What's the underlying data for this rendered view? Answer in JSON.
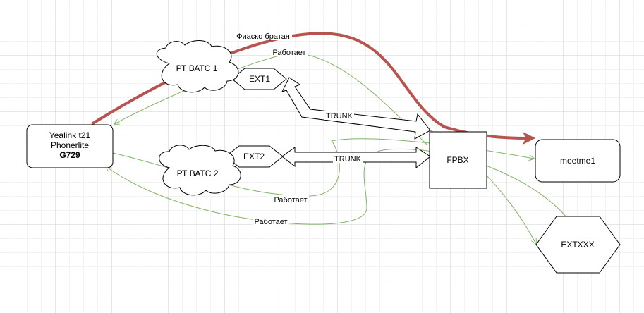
{
  "nodes": {
    "yealink": {
      "line1": "Yealink t21",
      "line2": "Phonerlite",
      "line3": "G729"
    },
    "cloud1": {
      "label": "РТ ВАТС 1"
    },
    "cloud2": {
      "label": "РТ ВАТС 2"
    },
    "ext1": {
      "label": "EXT1"
    },
    "ext2": {
      "label": "EXT2"
    },
    "fpbx": {
      "label": "FPBX"
    },
    "meetme": {
      "label": "meetme1"
    },
    "extxxx": {
      "label": "EXTXXX"
    }
  },
  "edges": {
    "fail": {
      "label": "Фиаско братан"
    },
    "works_top": {
      "label": "Работает"
    },
    "works_mid": {
      "label": "Работает"
    },
    "works_bottom": {
      "label": "Работает"
    },
    "trunk1": {
      "label": "TRUNK"
    },
    "trunk2": {
      "label": "TRUNK"
    }
  },
  "colors": {
    "fail_edge": "#b85450",
    "green_edge": "#82b366",
    "stroke": "#000000"
  }
}
